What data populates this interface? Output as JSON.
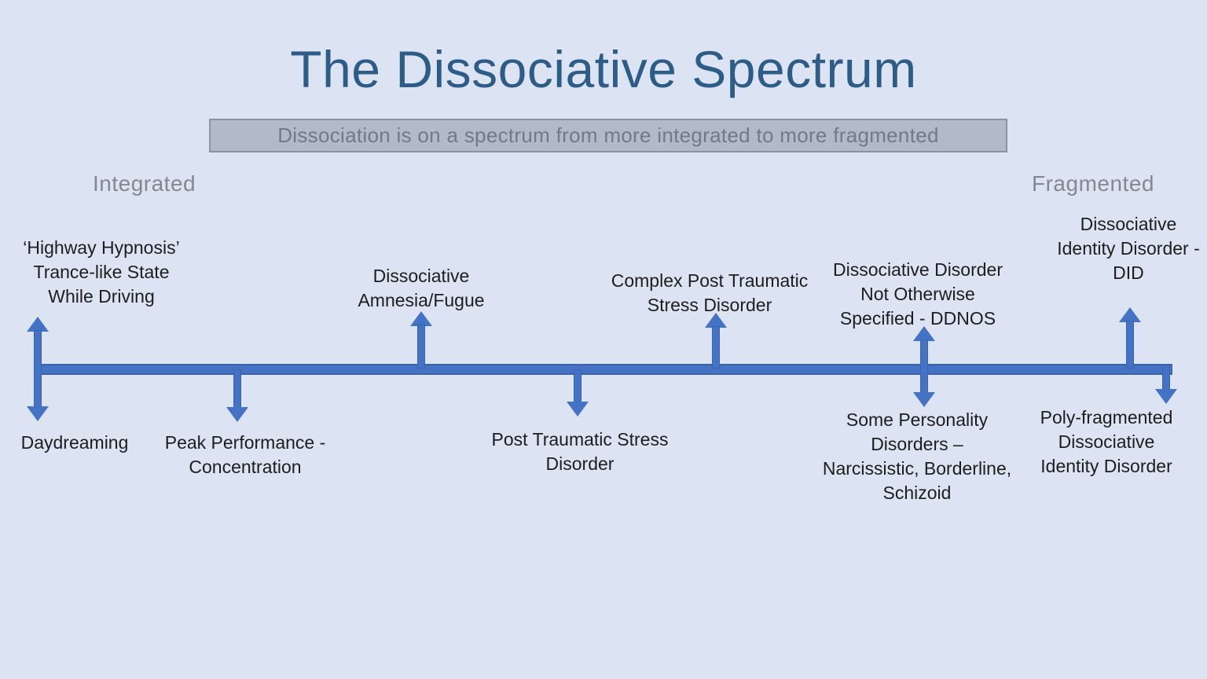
{
  "title": "The Dissociative Spectrum",
  "banner": "Dissociation is on a spectrum from more integrated to more fragmented",
  "spectrum": {
    "integrated_label": "Integrated",
    "fragmented_label": "Fragmented",
    "points": [
      {
        "arrow": "double",
        "above": "‘Highway Hypnosis’\nTrance-like State\nWhile Driving",
        "below": "Daydreaming"
      },
      {
        "arrow": "down",
        "below": "Peak Performance -\nConcentration"
      },
      {
        "arrow": "up",
        "above": "Dissociative\nAmnesia/Fugue"
      },
      {
        "arrow": "down",
        "below": "Post Traumatic Stress\nDisorder"
      },
      {
        "arrow": "up",
        "above": "Complex Post Traumatic\nStress Disorder"
      },
      {
        "arrow": "double",
        "above": "Dissociative Disorder\nNot Otherwise\nSpecified - DDNOS",
        "below": "Some Personality\nDisorders –\nNarcissistic, Borderline,\nSchizoid"
      },
      {
        "arrow": "up",
        "above": "Dissociative\nIdentity Disorder -\nDID"
      },
      {
        "arrow": "down",
        "below": "Poly-fragmented\nDissociative\nIdentity Disorder"
      }
    ]
  },
  "colors": {
    "background": "#dce4f3",
    "accent_blue": "#4472c4",
    "accent_blue_edge": "#3a63ae",
    "title_blue": "#2d5c87",
    "banner_fill": "#b1bac6",
    "banner_border": "#8a93a0",
    "muted_gray": "#84898f",
    "label_text": "#1d1d1d"
  }
}
